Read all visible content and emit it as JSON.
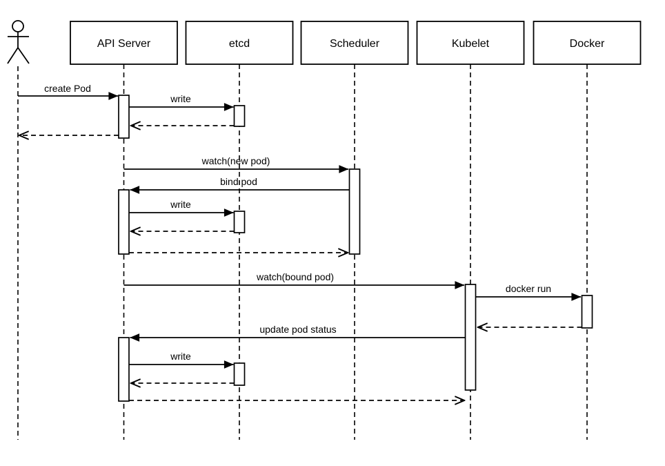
{
  "diagram": {
    "kind": "uml-sequence-diagram",
    "colors": {
      "line": "#000000",
      "background": "#ffffff",
      "fill": "#ffffff"
    },
    "participants": [
      {
        "id": "user",
        "kind": "actor",
        "label": ""
      },
      {
        "id": "api-server",
        "kind": "object",
        "label": "API Server"
      },
      {
        "id": "etcd",
        "kind": "object",
        "label": "etcd"
      },
      {
        "id": "scheduler",
        "kind": "object",
        "label": "Scheduler"
      },
      {
        "id": "kubelet",
        "kind": "object",
        "label": "Kubelet"
      },
      {
        "id": "docker",
        "kind": "object",
        "label": "Docker"
      }
    ],
    "messages": [
      {
        "from": "user",
        "to": "api-server",
        "label": "create Pod",
        "style": "solid"
      },
      {
        "from": "api-server",
        "to": "etcd",
        "label": "write",
        "style": "solid"
      },
      {
        "from": "etcd",
        "to": "api-server",
        "label": "",
        "style": "dashed-return"
      },
      {
        "from": "api-server",
        "to": "user",
        "label": "",
        "style": "dashed-return"
      },
      {
        "from": "api-server",
        "to": "scheduler",
        "label": "watch(new pod)",
        "style": "solid"
      },
      {
        "from": "scheduler",
        "to": "api-server",
        "label": "bind pod",
        "style": "solid"
      },
      {
        "from": "api-server",
        "to": "etcd",
        "label": "write",
        "style": "solid"
      },
      {
        "from": "etcd",
        "to": "api-server",
        "label": "",
        "style": "dashed-return"
      },
      {
        "from": "api-server",
        "to": "scheduler",
        "label": "",
        "style": "dashed-return"
      },
      {
        "from": "api-server",
        "to": "kubelet",
        "label": "watch(bound pod)",
        "style": "solid"
      },
      {
        "from": "kubelet",
        "to": "docker",
        "label": "docker run",
        "style": "solid"
      },
      {
        "from": "docker",
        "to": "kubelet",
        "label": "",
        "style": "dashed-return"
      },
      {
        "from": "kubelet",
        "to": "api-server",
        "label": "update pod status",
        "style": "solid"
      },
      {
        "from": "api-server",
        "to": "etcd",
        "label": "write",
        "style": "solid"
      },
      {
        "from": "etcd",
        "to": "api-server",
        "label": "",
        "style": "dashed-return"
      },
      {
        "from": "api-server",
        "to": "kubelet",
        "label": "",
        "style": "dashed-return"
      }
    ]
  }
}
